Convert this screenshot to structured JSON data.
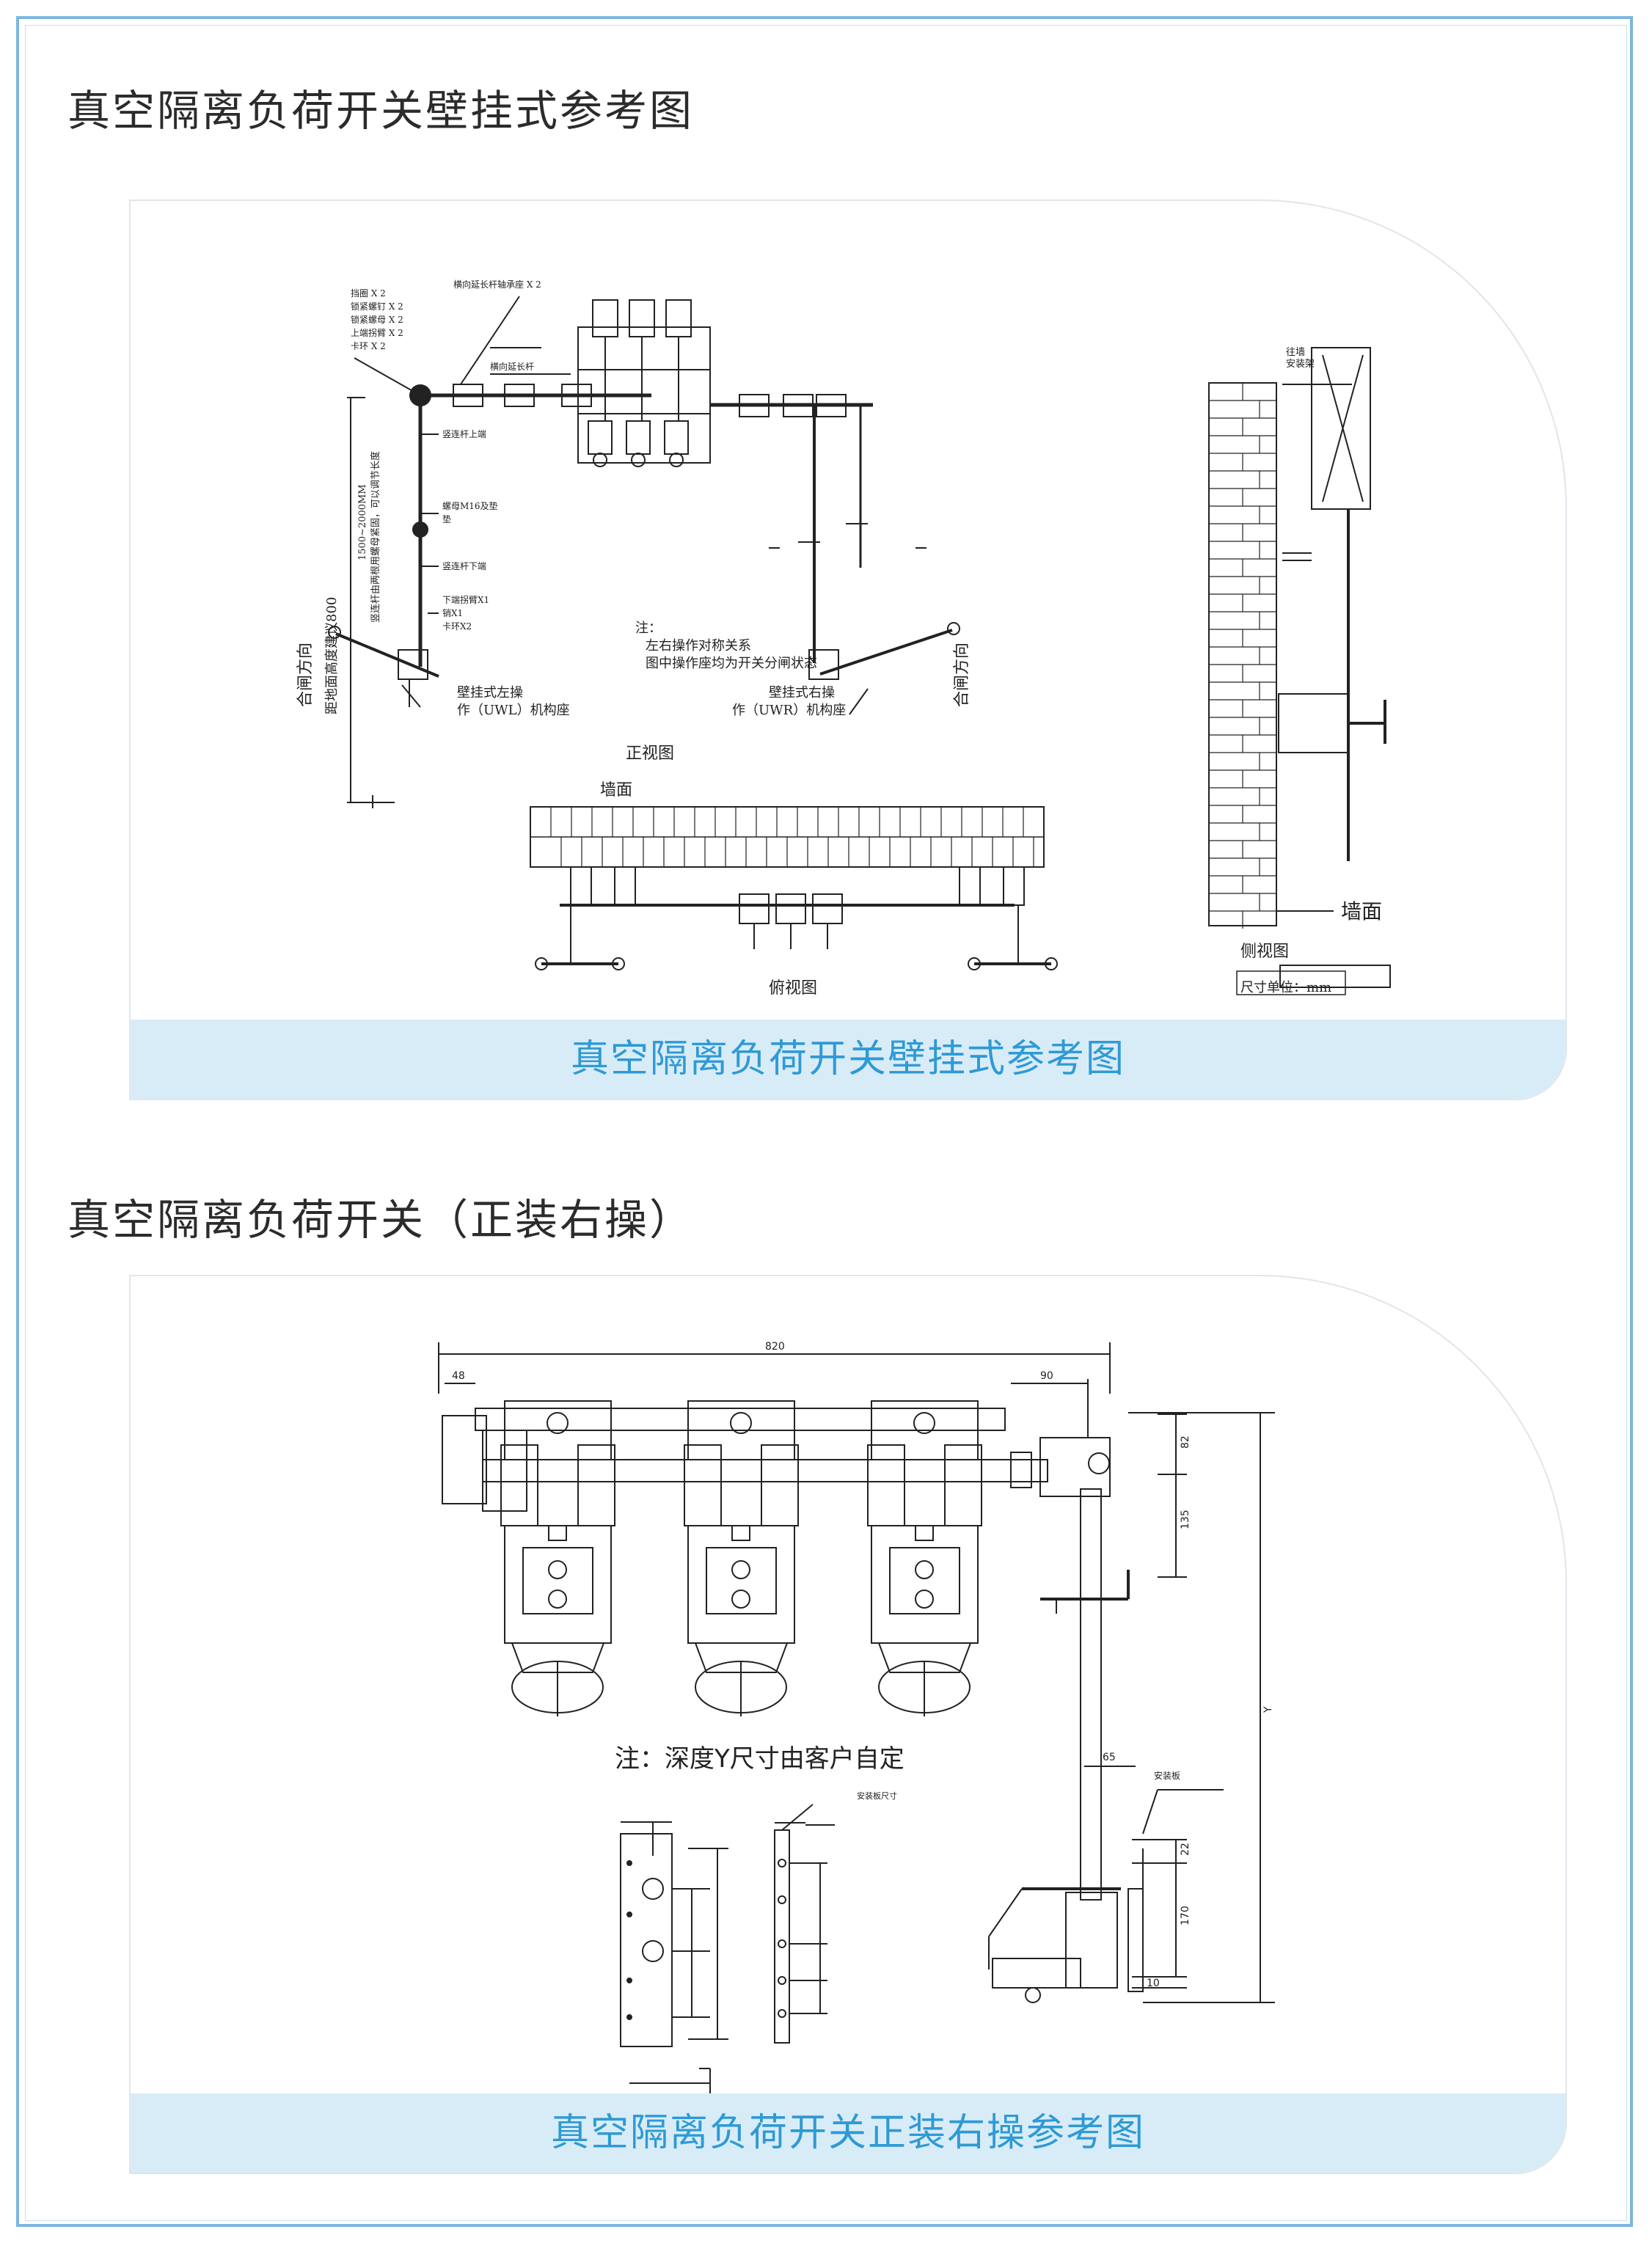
{
  "section1": {
    "heading": "真空隔离负荷开关壁挂式参考图",
    "caption": "真空隔离负荷开关壁挂式参考图",
    "labels": {
      "parts_list": [
        "挡圈 X 2",
        "锁紧螺钉 X 2",
        "锁紧螺母 X 2",
        "上端拐臂 X 2",
        "卡环 X 2"
      ],
      "bearing_seat": "横向延长杆轴承座 X 2",
      "extension_rod": "横向延长杆",
      "vertical_rod_top": "竖连杆上端",
      "nut_washer": "螺母M16及垫",
      "washer": "垫",
      "vertical_rod_bottom": "竖连杆下端",
      "lower_arm": "下端拐臂X1",
      "pin": "销X1",
      "ring": "卡环X2",
      "dim_text": "1500~2000MM",
      "dim_note": "竖连杆由两根用螺母紧固，可以调节长度",
      "note_title": "注：",
      "note_line1": "左右操作对称关系",
      "note_line2": "图中操作座均为开关分闸状态",
      "left_op_line1": "壁挂式左操",
      "left_op_line2": "作（UWL）机构座",
      "right_op_line1": "壁挂式右操",
      "right_op_line2": "作（UWR）机构座",
      "close_dir": "合闸方向",
      "ground_height": "距地面高度建议800",
      "front_view": "正视图",
      "wall_top": "墙面",
      "top_view": "俯视图",
      "wall_side": "墙面",
      "side_view": "侧视图",
      "unit": "尺寸单位：mm",
      "mount_rack_1": "往墙",
      "mount_rack_2": "安装架"
    }
  },
  "section2": {
    "heading": "真空隔离负荷开关（正装右操）",
    "caption": "真空隔离负荷开关正装右操参考图",
    "note": "注：深度Y尺寸由客户自定",
    "dims": {
      "width": "820",
      "left_offset": "48",
      "right_offset": "90",
      "d82": "82",
      "d135": "135",
      "depth": "Y",
      "d65": "65",
      "mount_plate": "安装板",
      "d22": "22",
      "d170": "170",
      "d10": "10",
      "plate_size": "安装板尺寸"
    }
  }
}
